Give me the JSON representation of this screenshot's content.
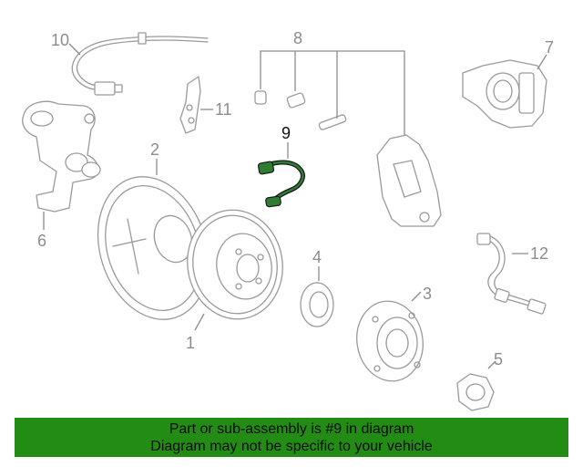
{
  "callouts": {
    "c1": "1",
    "c2": "2",
    "c3": "3",
    "c4": "4",
    "c5": "5",
    "c6": "6",
    "c7": "7",
    "c8": "8",
    "c9": "9",
    "c10": "10",
    "c11": "11",
    "c12": "12"
  },
  "highlight": {
    "part": "9",
    "color": "#2e7d32"
  },
  "banner": {
    "line1": "Part or sub-assembly is #9 in diagram",
    "line2": "Diagram may not be specific to your vehicle",
    "color": "#238c14"
  }
}
